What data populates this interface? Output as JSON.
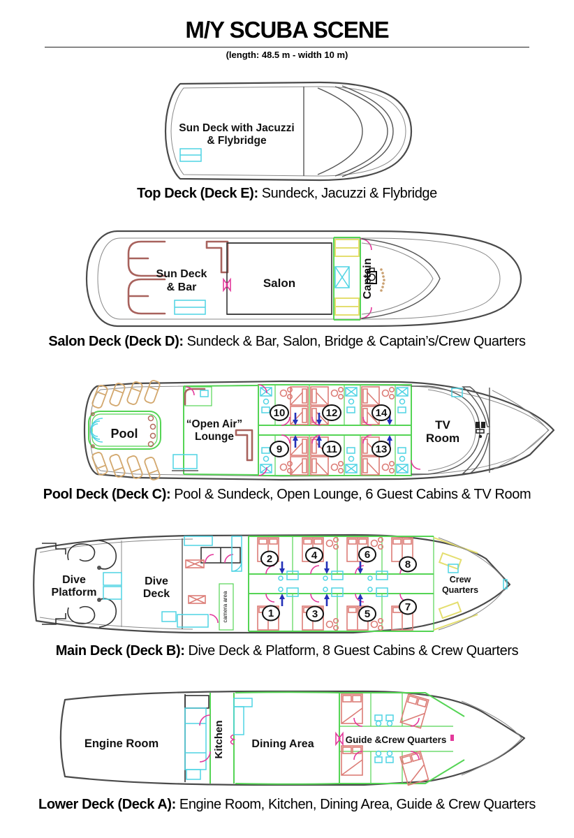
{
  "header": {
    "title": "M/Y SCUBA SCENE",
    "subtitle": "(length: 48.5 m - width 10 m)"
  },
  "colors": {
    "hull_outline": "#4a4a4a",
    "wall_green": "#55d455",
    "furniture_red": "#dc7d77",
    "sofa_maroon": "#a8625d",
    "fixture_cyan": "#4fd4e4",
    "door_magenta": "#e3399b",
    "lounger_tan": "#d3a86e",
    "arrow_blue": "#2431b8",
    "crew_yellow": "#e4de6f",
    "text_black": "#111111"
  },
  "deck_e": {
    "caption_bold": "Top Deck (Deck E):",
    "caption_rest": "Sundeck, Jacuzzi & Flybridge",
    "labels": {
      "sundeck_line1": "Sun Deck with Jacuzzi",
      "sundeck_line2": "& Flybridge"
    }
  },
  "deck_d": {
    "caption_bold": "Salon Deck (Deck D):",
    "caption_rest": "Sundeck & Bar, Salon, Bridge & Captain’s/Crew Quarters",
    "labels": {
      "sundeck_line1": "Sun Deck",
      "sundeck_line2": "& Bar",
      "salon": "Salon",
      "captain": "Captain"
    }
  },
  "deck_c": {
    "caption_bold": "Pool Deck (Deck C):",
    "caption_rest": "Pool & Sundeck, Open Lounge, 6 Guest Cabins & TV Room",
    "labels": {
      "pool": "Pool",
      "lounge_line1": "“Open Air”",
      "lounge_line2": "Lounge",
      "tv_line1": "TV",
      "tv_line2": "Room"
    },
    "cabin_numbers": {
      "c9": "9",
      "c10": "10",
      "c11": "11",
      "c12": "12",
      "c13": "13",
      "c14": "14"
    }
  },
  "deck_b": {
    "caption_bold": "Main Deck (Deck B):",
    "caption_rest": "Dive Deck & Platform, 8 Guest Cabins & Crew Quarters",
    "labels": {
      "platform_line1": "Dive",
      "platform_line2": "Platform",
      "deck_line1": "Dive",
      "deck_line2": "Deck",
      "camera": "camera area",
      "crew_line1": "Crew",
      "crew_line2": "Quarters"
    },
    "cabin_numbers": {
      "c1": "1",
      "c2": "2",
      "c3": "3",
      "c4": "4",
      "c5": "5",
      "c6": "6",
      "c7": "7",
      "c8": "8"
    }
  },
  "deck_a": {
    "caption_bold": "Lower Deck (Deck A):",
    "caption_rest": "Engine Room, Kitchen, Dining Area, Guide & Crew Quarters",
    "labels": {
      "engine": "Engine Room",
      "kitchen": "Kitchen",
      "dining": "Dining Area",
      "guide": "Guide &Crew Quarters"
    }
  }
}
